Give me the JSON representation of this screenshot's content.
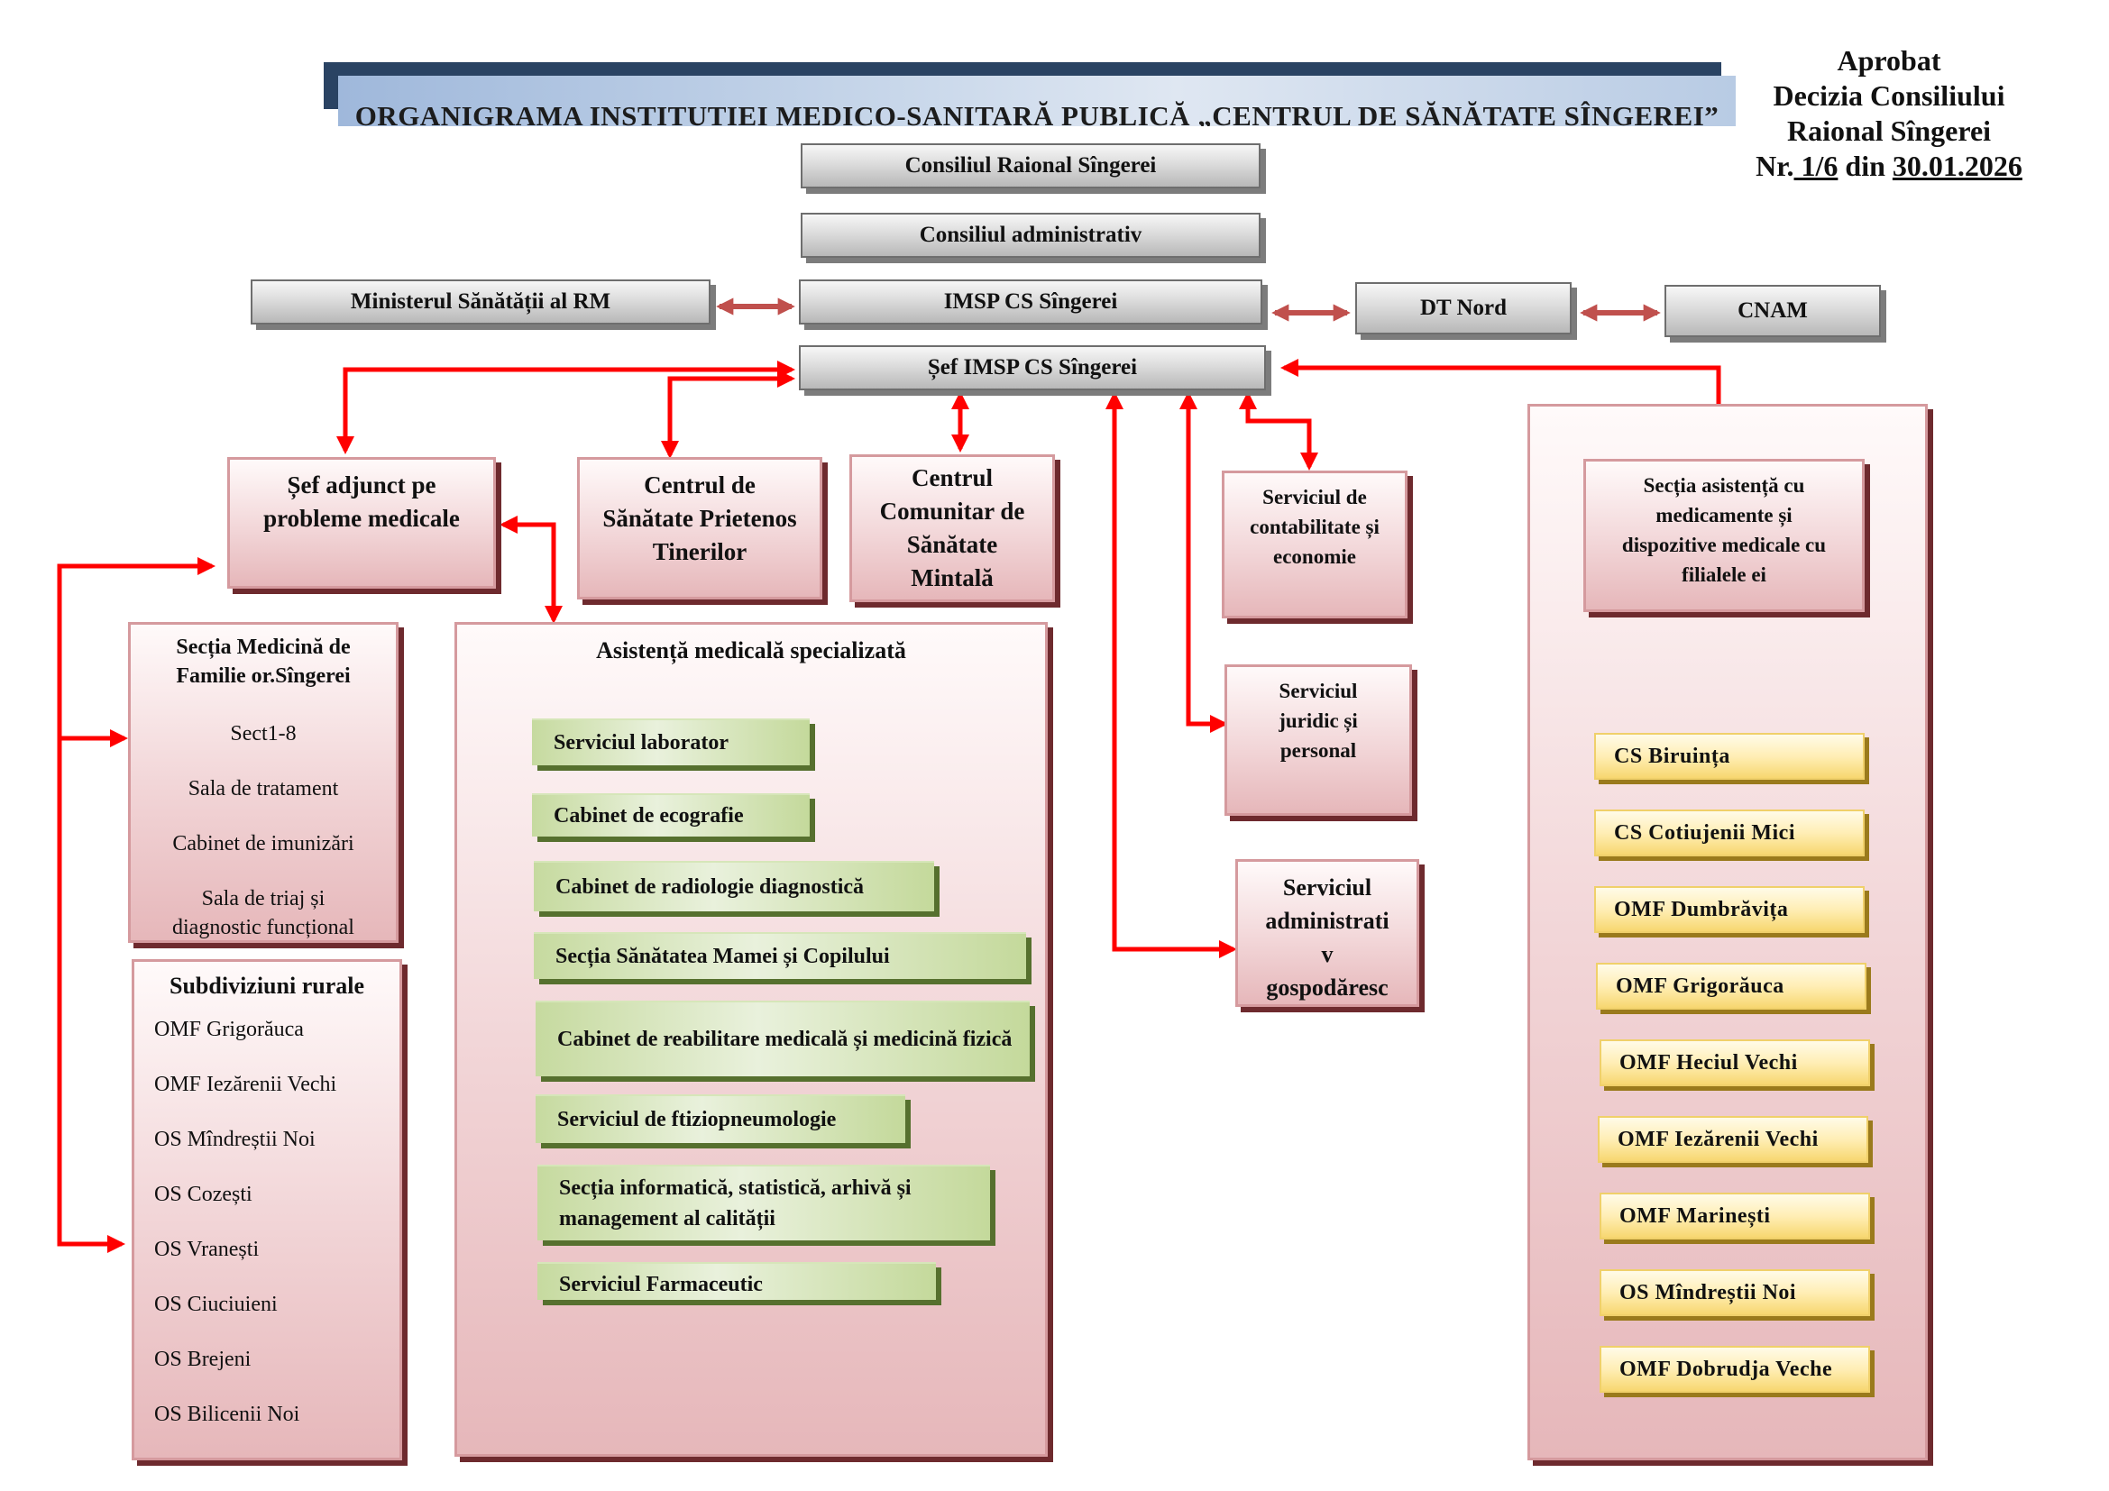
{
  "title": "ORGANIGRAMA INSTITUȚIEI MEDICO-SANITARĂ PUBLICĂ  „CENTRUL  DE SĂNĂTATE SÎNGEREI”",
  "approval": {
    "line1": "Aprobat",
    "line2": "Decizia Consiliului",
    "line3": "Raional Sîngerei",
    "nr_prefix": "Nr.",
    "nr_value": " 1/6",
    "din": " din  ",
    "date": "30.01.2026"
  },
  "top": {
    "consiliul_raional": "Consiliul Raional Sîngerei",
    "consiliul_administrativ": "Consiliul administrativ",
    "ministerul": "Ministerul Sănătății al RM",
    "imsp": "IMSP CS Sîngerei",
    "dt_nord": "DT Nord",
    "cnam": "CNAM",
    "sef": "Șef IMSP CS Sîngerei"
  },
  "units": {
    "sef_adjunct": [
      "Șef adjunct pe",
      "probleme medicale"
    ],
    "centrul_tineri": [
      "Centrul de",
      "Sănătate Prietenos",
      "Tinerilor"
    ],
    "centrul_mintala": [
      "Centrul",
      "Comunitar de",
      "Sănătate",
      "Mintală"
    ],
    "contabilitate": [
      "Serviciul de",
      "contabilitate și",
      "economie"
    ],
    "juridic": [
      "Serviciul",
      "juridic și",
      "personal"
    ],
    "administrativ": [
      "Serviciul",
      "administrati",
      "v",
      "gospodăresc"
    ],
    "sectia_medicamente": [
      "Secția asistență cu",
      "medicamente și",
      "dispozitive medicale cu",
      "filialele ei"
    ]
  },
  "medicina_familie": {
    "heading": [
      "Secția Medicină de",
      "Familie  or.Sîngerei"
    ],
    "items": [
      "Sect1-8",
      "Sala de tratament",
      "Cabinet de imunizări",
      "Sala de triaj și",
      "diagnostic funcțional"
    ]
  },
  "subdiviziuni_rurale": {
    "heading": "Subdiviziuni rurale",
    "items": [
      "OMF Grigorăuca",
      "OMF Iezărenii Vechi",
      "OS Mîndreștii Noi",
      "OS Cozești",
      "OS Vranești",
      "OS Ciuciuieni",
      "OS Brejeni",
      "OS Bilicenii Noi"
    ]
  },
  "asistenta_specializata": {
    "heading": "Asistență medicală specializată",
    "items": [
      "Serviciul  laborator",
      "Cabinet de ecografie",
      "Cabinet  de radiologie diagnostică",
      "Secția Sănătatea Mamei și Copilului",
      "Cabinet de reabilitare medicală și medicină fizică",
      "Serviciul de ftiziopneumologie",
      "Secția  informatică,  statistică, arhivă  și management al calității",
      "Serviciul Farmaceutic"
    ]
  },
  "filiale": [
    "CS  Biruința",
    "CS  Cotiujenii Mici",
    "OMF Dumbrăvița",
    "OMF Grigorăuca",
    "OMF Heciul  Vechi",
    "OMF Iezărenii Vechi",
    "OMF Marinești",
    "OS Mîndreștii Noi",
    "OMF Dobrudja Veche"
  ],
  "colors": {
    "title_bar": "#2a4363",
    "connector_red": "#ff0000",
    "connector_muted": "#c0504d"
  }
}
